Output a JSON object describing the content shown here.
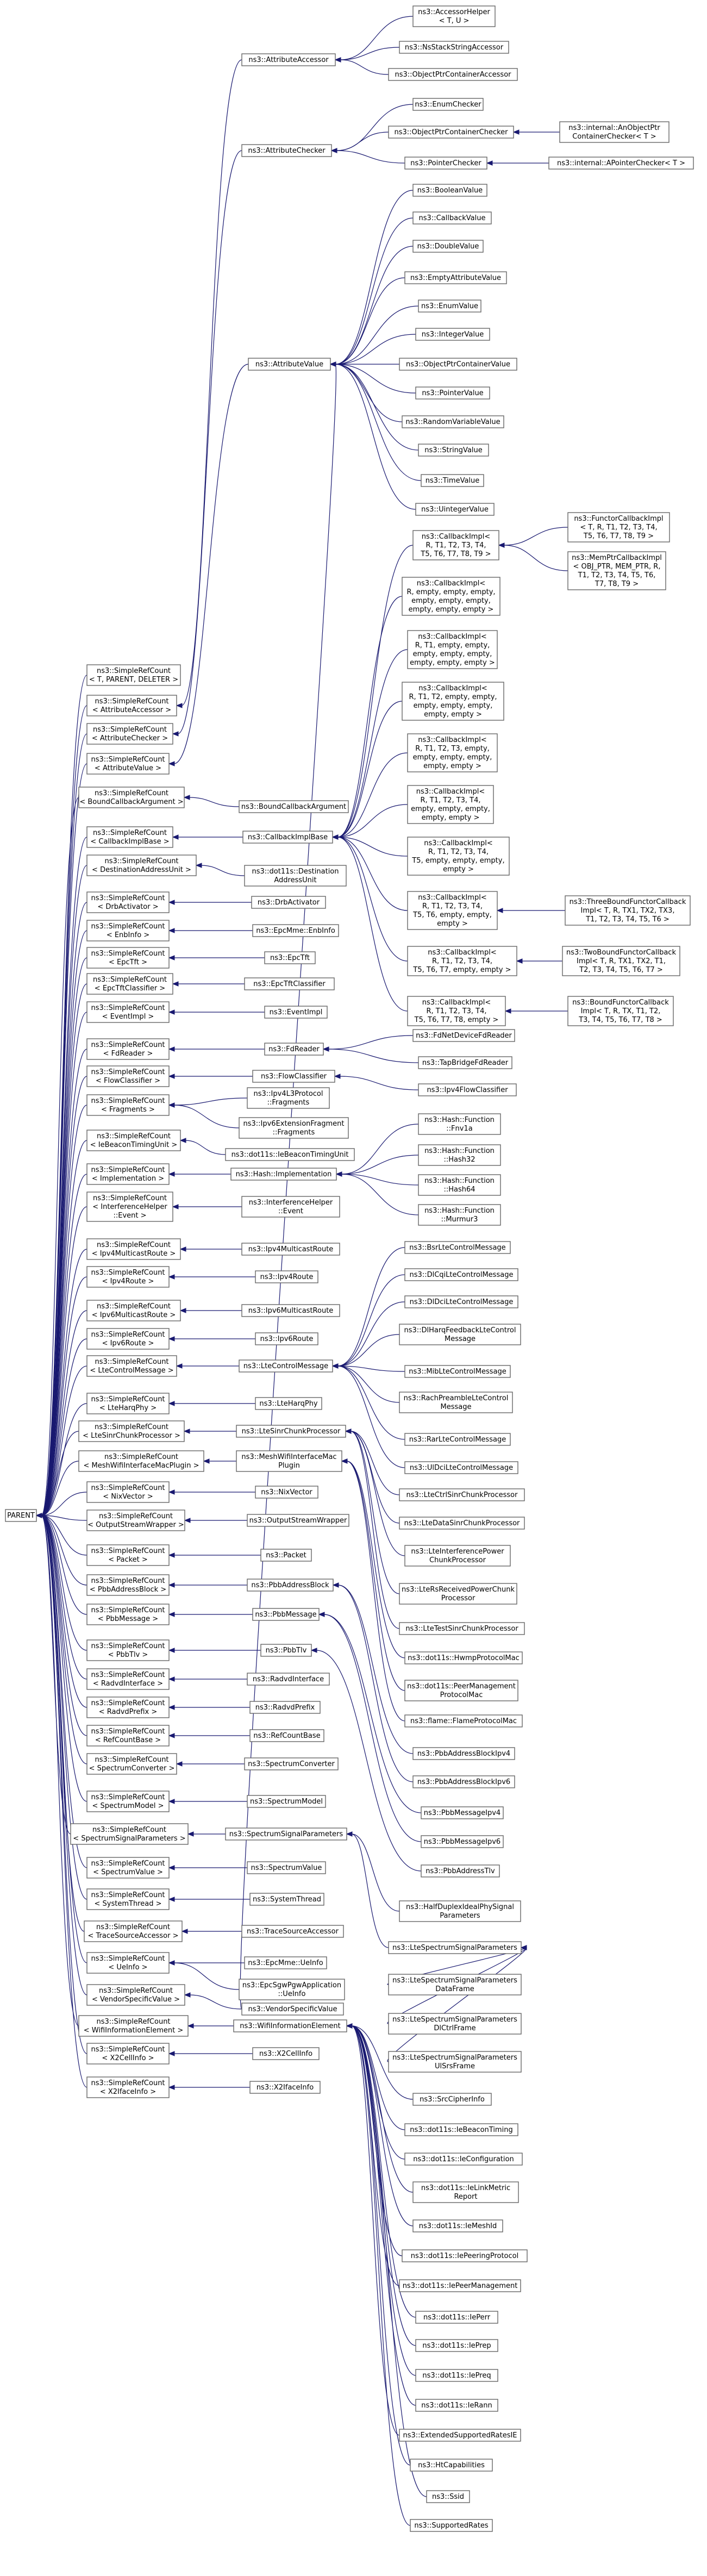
{
  "nodes": {
    "parent": "PARENT",
    "s_tpd": [
      "ns3::SimpleRefCount",
      "< T, PARENT, DELETER >"
    ],
    "s_aa": [
      "ns3::SimpleRefCount",
      "< AttributeAccessor >"
    ],
    "s_ac": [
      "ns3::SimpleRefCount",
      "< AttributeChecker >"
    ],
    "s_av": [
      "ns3::SimpleRefCount",
      "< AttributeValue >"
    ],
    "s_bca": [
      "ns3::SimpleRefCount",
      "< BoundCallbackArgument >"
    ],
    "s_cib": [
      "ns3::SimpleRefCount",
      "< CallbackImplBase >"
    ],
    "s_dau": [
      "ns3::SimpleRefCount",
      "< DestinationAddressUnit >"
    ],
    "s_drb": [
      "ns3::SimpleRefCount",
      "< DrbActivator >"
    ],
    "s_eni": [
      "ns3::SimpleRefCount",
      "< EnbInfo >"
    ],
    "s_eptft": [
      "ns3::SimpleRefCount",
      "< EpcTft >"
    ],
    "s_eptc": [
      "ns3::SimpleRefCount",
      "< EpcTftClassifier >"
    ],
    "s_evi": [
      "ns3::SimpleRefCount",
      "< EventImpl >"
    ],
    "s_fdr": [
      "ns3::SimpleRefCount",
      "< FdReader >"
    ],
    "s_flc": [
      "ns3::SimpleRefCount",
      "< FlowClassifier >"
    ],
    "s_frg": [
      "ns3::SimpleRefCount",
      "< Fragments >"
    ],
    "s_ietu": [
      "ns3::SimpleRefCount",
      "< IeBeaconTimingUnit >"
    ],
    "s_imp": [
      "ns3::SimpleRefCount",
      "< Implementation >"
    ],
    "s_ihe": [
      "ns3::SimpleRefCount",
      "< InterferenceHelper",
      "::Event >"
    ],
    "s_i4mr": [
      "ns3::SimpleRefCount",
      "< Ipv4MulticastRoute >"
    ],
    "s_i4r": [
      "ns3::SimpleRefCount",
      "< Ipv4Route >"
    ],
    "s_i6mr": [
      "ns3::SimpleRefCount",
      "< Ipv6MulticastRoute >"
    ],
    "s_i6r": [
      "ns3::SimpleRefCount",
      "< Ipv6Route >"
    ],
    "s_lcm": [
      "ns3::SimpleRefCount",
      "< LteControlMessage >"
    ],
    "s_lhp": [
      "ns3::SimpleRefCount",
      "< LteHarqPhy >"
    ],
    "s_lscp": [
      "ns3::SimpleRefCount",
      "< LteSinrChunkProcessor >"
    ],
    "s_mwif": [
      "ns3::SimpleRefCount",
      "< MeshWifiInterfaceMacPlugin >"
    ],
    "s_nxv": [
      "ns3::SimpleRefCount",
      "< NixVector >"
    ],
    "s_osw": [
      "ns3::SimpleRefCount",
      "< OutputStreamWrapper >"
    ],
    "s_pkt": [
      "ns3::SimpleRefCount",
      "< Packet >"
    ],
    "s_pba": [
      "ns3::SimpleRefCount",
      "< PbbAddressBlock >"
    ],
    "s_pbm": [
      "ns3::SimpleRefCount",
      "< PbbMessage >"
    ],
    "s_pbt": [
      "ns3::SimpleRefCount",
      "< PbbTlv >"
    ],
    "s_rdi": [
      "ns3::SimpleRefCount",
      "< RadvdInterface >"
    ],
    "s_rdp": [
      "ns3::SimpleRefCount",
      "< RadvdPrefix >"
    ],
    "s_rcb": [
      "ns3::SimpleRefCount",
      "< RefCountBase >"
    ],
    "s_spc": [
      "ns3::SimpleRefCount",
      "< SpectrumConverter >"
    ],
    "s_spm": [
      "ns3::SimpleRefCount",
      "< SpectrumModel >"
    ],
    "s_sps": [
      "ns3::SimpleRefCount",
      "< SpectrumSignalParameters >"
    ],
    "s_spv": [
      "ns3::SimpleRefCount",
      "< SpectrumValue >"
    ],
    "s_syt": [
      "ns3::SimpleRefCount",
      "< SystemThread >"
    ],
    "s_tsa": [
      "ns3::SimpleRefCount",
      "< TraceSourceAccessor >"
    ],
    "s_uei": [
      "ns3::SimpleRefCount",
      "< UeInfo >"
    ],
    "s_vsv": [
      "ns3::SimpleRefCount",
      "< VendorSpecificValue >"
    ],
    "s_wie": [
      "ns3::SimpleRefCount",
      "< WifiInformationElement >"
    ],
    "s_x2c": [
      "ns3::SimpleRefCount",
      "< X2CellInfo >"
    ],
    "s_x2i": [
      "ns3::SimpleRefCount",
      "< X2IfaceInfo >"
    ],
    "attributeaccessor": "ns3::AttributeAccessor",
    "attributechecker": "ns3::AttributeChecker",
    "attributevalue": "ns3::AttributeValue",
    "boundcallbackargument": "ns3::BoundCallbackArgument",
    "callbackimplbase": "ns3::CallbackImplBase",
    "destinationaddressunit": [
      "ns3::dot11s::Destination",
      "AddressUnit"
    ],
    "drbactivator": "ns3::DrbActivator",
    "enbinfo": "ns3::EpcMme::EnbInfo",
    "epctft": "ns3::EpcTft",
    "epctftclassifier": "ns3::EpcTftClassifier",
    "eventimpl": "ns3::EventImpl",
    "fdreader": "ns3::FdReader",
    "flowclassifier": "ns3::FlowClassifier",
    "ipv4l3fragments": [
      "ns3::Ipv4L3Protocol",
      "::Fragments"
    ],
    "ipv6extfragments": [
      "ns3::Ipv6ExtensionFragment",
      "::Fragments"
    ],
    "iebeacontimingunit": "ns3::dot11s::IeBeaconTimingUnit",
    "hashimpl": "ns3::Hash::Implementation",
    "interferenceevent": [
      "ns3::InterferenceHelper",
      "::Event"
    ],
    "ipv4multicastroute": "ns3::Ipv4MulticastRoute",
    "ipv4route": "ns3::Ipv4Route",
    "ipv6multicastroute": "ns3::Ipv6MulticastRoute",
    "ipv6route": "ns3::Ipv6Route",
    "ltecontrolmessage": "ns3::LteControlMessage",
    "lteharqphy": "ns3::LteHarqPhy",
    "ltesinrchunkprocessor": "ns3::LteSinrChunkProcessor",
    "meshwifiplugin": [
      "ns3::MeshWifiInterfaceMac",
      "Plugin"
    ],
    "nixvector": "ns3::NixVector",
    "outputstreamwrapper": "ns3::OutputStreamWrapper",
    "packet": "ns3::Packet",
    "pbbaddressblock": "ns3::PbbAddressBlock",
    "pbbmessage": "ns3::PbbMessage",
    "pbbtlv": "ns3::PbbTlv",
    "radvdinterface": "ns3::RadvdInterface",
    "radvdprefix": "ns3::RadvdPrefix",
    "refcountbase": "ns3::RefCountBase",
    "spectrumconverter": "ns3::SpectrumConverter",
    "spectrummodel": "ns3::SpectrumModel",
    "spectrumsignalparameters": "ns3::SpectrumSignalParameters",
    "spectrumvalue": "ns3::SpectrumValue",
    "systemthread": "ns3::SystemThread",
    "tracesourceaccessor": "ns3::TraceSourceAccessor",
    "ueinfo": "ns3::EpcMme::UeInfo",
    "epcsgwueinfo": [
      "ns3::EpcSgwPgwApplication",
      "::UeInfo"
    ],
    "vendorspecificvalue": "ns3::VendorSpecificValue",
    "wifiinformationelement": "ns3::WifiInformationElement",
    "x2cellinfo": "ns3::X2CellInfo",
    "x2ifaceinfo": "ns3::X2IfaceInfo",
    "accessorhelper": [
      "ns3::AccessorHelper",
      "< T, U >"
    ],
    "nsstackstringaccessor": "ns3::NsStackStringAccessor",
    "objectptrcontaineraccessor": "ns3::ObjectPtrContainerAccessor",
    "enumchecker": "ns3::EnumChecker",
    "objectptrcontainerchecker": "ns3::ObjectPtrContainerChecker",
    "pointerchecker": "ns3::PointerChecker",
    "internal_objptrchecker": [
      "ns3::internal::AnObjectPtr",
      "ContainerChecker< T >"
    ],
    "internal_pointerchecker": "ns3::internal::APointerChecker< T >",
    "booleanvalue": "ns3::BooleanValue",
    "callbackvalue": "ns3::CallbackValue",
    "doublevalue": "ns3::DoubleValue",
    "emptyattributevalue": "ns3::EmptyAttributeValue",
    "enumvalue": "ns3::EnumValue",
    "integervalue": "ns3::IntegerValue",
    "objectptrcontainervalue": "ns3::ObjectPtrContainerValue",
    "pointervalue": "ns3::PointerValue",
    "randomvariablevalue": "ns3::RandomVariableValue",
    "stringvalue": "ns3::StringValue",
    "timevalue": "ns3::TimeValue",
    "uintegervalue": "ns3::UintegerValue",
    "ci1": [
      "ns3::CallbackImpl<",
      "R, T1, T2, T3, T4,",
      "T5, T6, T7, T8, T9 >"
    ],
    "ci2": [
      "ns3::CallbackImpl<",
      "R, empty, empty, empty,",
      "empty, empty, empty,",
      "empty, empty, empty >"
    ],
    "ci3": [
      "ns3::CallbackImpl<",
      "R, T1, empty, empty,",
      "empty, empty, empty,",
      "empty, empty, empty >"
    ],
    "ci4": [
      "ns3::CallbackImpl<",
      "R, T1, T2, empty, empty,",
      "empty, empty, empty,",
      "empty, empty >"
    ],
    "ci5": [
      "ns3::CallbackImpl<",
      "R, T1, T2, T3, empty,",
      "empty, empty, empty,",
      "empty, empty >"
    ],
    "ci6": [
      "ns3::CallbackImpl<",
      "R, T1, T2, T3, T4,",
      "empty, empty, empty,",
      "empty, empty >"
    ],
    "ci7": [
      "ns3::CallbackImpl<",
      "R, T1, T2, T3, T4,",
      "T5, empty, empty, empty,",
      "empty >"
    ],
    "ci8": [
      "ns3::CallbackImpl<",
      "R, T1, T2, T3, T4,",
      "T5, T6, empty, empty,",
      "empty >"
    ],
    "ci9": [
      "ns3::CallbackImpl<",
      "R, T1, T2, T3, T4,",
      "T5, T6, T7, empty, empty >"
    ],
    "ci10": [
      "ns3::CallbackImpl<",
      "R, T1, T2, T3, T4,",
      "T5, T6, T7, T8, empty >"
    ],
    "functorcb": [
      "ns3::FunctorCallbackImpl",
      "< T, R, T1, T2, T3, T4,",
      "T5, T6, T7, T8, T9 >"
    ],
    "memptrcb": [
      "ns3::MemPtrCallbackImpl",
      "< OBJ_PTR, MEM_PTR, R,",
      "T1, T2, T3, T4, T5, T6,",
      "T7, T8, T9 >"
    ],
    "threeboundcb": [
      "ns3::ThreeBoundFunctorCallback",
      "Impl< T, R, TX1, TX2, TX3,",
      "T1, T2, T3, T4, T5, T6 >"
    ],
    "twoboundcb": [
      "ns3::TwoBoundFunctorCallback",
      "Impl< T, R, TX1, TX2, T1,",
      "T2, T3, T4, T5, T6, T7 >"
    ],
    "boundcb": [
      "ns3::BoundFunctorCallback",
      "Impl< T, R, TX, T1, T2,",
      "T3, T4, T5, T6, T7, T8 >"
    ],
    "fdnetdevicefdreader": "ns3::FdNetDeviceFdReader",
    "tapbridgefdreader": "ns3::TapBridgeFdReader",
    "ipv4flowclassifier": "ns3::Ipv4FlowClassifier",
    "fnv1a": [
      "ns3::Hash::Function",
      "::Fnv1a"
    ],
    "hash32": [
      "ns3::Hash::Function",
      "::Hash32"
    ],
    "hash64": [
      "ns3::Hash::Function",
      "::Hash64"
    ],
    "murmur3": [
      "ns3::Hash::Function",
      "::Murmur3"
    ],
    "bsrltecontrolmessage": "ns3::BsrLteControlMessage",
    "dlcqi": "ns3::DlCqiLteControlMessage",
    "dldci": "ns3::DlDciLteControlMessage",
    "dlharq": [
      "ns3::DlHarqFeedbackLteControl",
      "Message"
    ],
    "mib": "ns3::MibLteControlMessage",
    "rach": [
      "ns3::RachPreambleLteControl",
      "Message"
    ],
    "rar": "ns3::RarLteControlMessage",
    "uldci": "ns3::UlDciLteControlMessage",
    "ltectrlsinr": "ns3::LteCtrlSinrChunkProcessor",
    "ltedatasinr": "ns3::LteDataSinrChunkProcessor",
    "lteinterfpower": [
      "ns3::LteInterferencePower",
      "ChunkProcessor"
    ],
    "ltersrpower": [
      "ns3::LteRsReceivedPowerChunk",
      "Processor"
    ],
    "ltetestsinr": "ns3::LteTestSinrChunkProcessor",
    "hwmpmac": "ns3::dot11s::HwmpProtocolMac",
    "peermgmtmac": [
      "ns3::dot11s::PeerManagement",
      "ProtocolMac"
    ],
    "flamemac": "ns3::flame::FlameProtocolMac",
    "pbbaddrv4": "ns3::PbbAddressBlockIpv4",
    "pbbaddrv6": "ns3::PbbAddressBlockIpv6",
    "pbbmsgv4": "ns3::PbbMessageIpv4",
    "pbbmsgv6": "ns3::PbbMessageIpv6",
    "pbbaddrtlv": "ns3::PbbAddressTlv",
    "halfduplex": [
      "ns3::HalfDuplexIdealPhySignal",
      "Parameters"
    ],
    "ltespectrum": "ns3::LteSpectrumSignalParameters",
    "ltespectrumdata": [
      "ns3::LteSpectrumSignalParameters",
      "DataFrame"
    ],
    "ltespectrumdl": [
      "ns3::LteSpectrumSignalParameters",
      "DlCtrlFrame"
    ],
    "ltespectrumul": [
      "ns3::LteSpectrumSignalParameters",
      "UlSrsFrame"
    ],
    "srccipherinfo": "ns3::SrcCipherInfo",
    "iebeacontiming": "ns3::dot11s::IeBeaconTiming",
    "ieconfiguration": "ns3::dot11s::IeConfiguration",
    "ielinkmetric": [
      "ns3::dot11s::IeLinkMetric",
      "Report"
    ],
    "iemeshid": "ns3::dot11s::IeMeshId",
    "iepeeringprotocol": "ns3::dot11s::IePeeringProtocol",
    "iepeermanagement": "ns3::dot11s::IePeerManagement",
    "ieperr": "ns3::dot11s::IePerr",
    "ieprep": "ns3::dot11s::IePrep",
    "iepreq": "ns3::dot11s::IePreq",
    "ierann": "ns3::dot11s::IeRann",
    "extsupportedrates": "ns3::ExtendedSupportedRatesIE",
    "htcapabilities": "ns3::HtCapabilities",
    "ssid": "ns3::Ssid",
    "supportedrates": "ns3::SupportedRates"
  },
  "colors": {
    "edge": "#191970",
    "node_border": "#666666",
    "background": "#ffffff"
  }
}
